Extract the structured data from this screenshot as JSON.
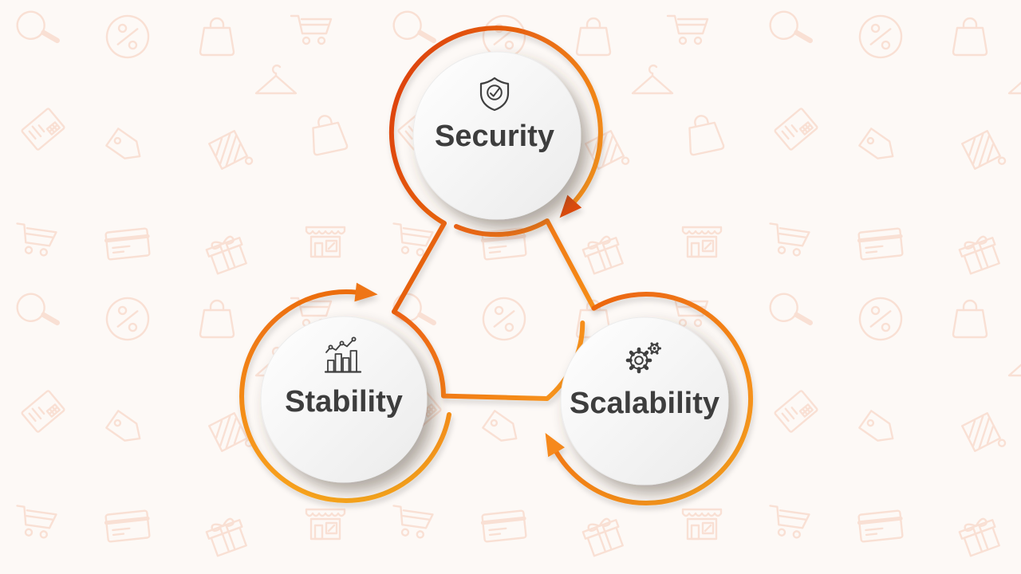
{
  "diagram": {
    "type": "cycle-diagram",
    "nodes": [
      {
        "label": "Security",
        "icon": "shield-check-icon",
        "position": "top"
      },
      {
        "label": "Stability",
        "icon": "growth-chart-icon",
        "position": "bottom-left"
      },
      {
        "label": "Scalability",
        "icon": "gears-icon",
        "position": "bottom-right"
      }
    ],
    "flow_direction": "clockwise",
    "colors": {
      "accent_dark": "#dd420a",
      "accent_mid": "#f08018",
      "accent_light": "#f9a51f",
      "label_text": "#3d3d3d",
      "node_fill": "#ffffff",
      "background": "#fdf9f6",
      "pattern_stroke": "#f9e0d4"
    },
    "background_pattern_icons": [
      "magnifier",
      "percent-badge",
      "shopping-bag",
      "shopping-cart",
      "laptop",
      "price-tag",
      "striped-tag",
      "credit-card",
      "gift-box",
      "storefront",
      "hanger"
    ]
  }
}
